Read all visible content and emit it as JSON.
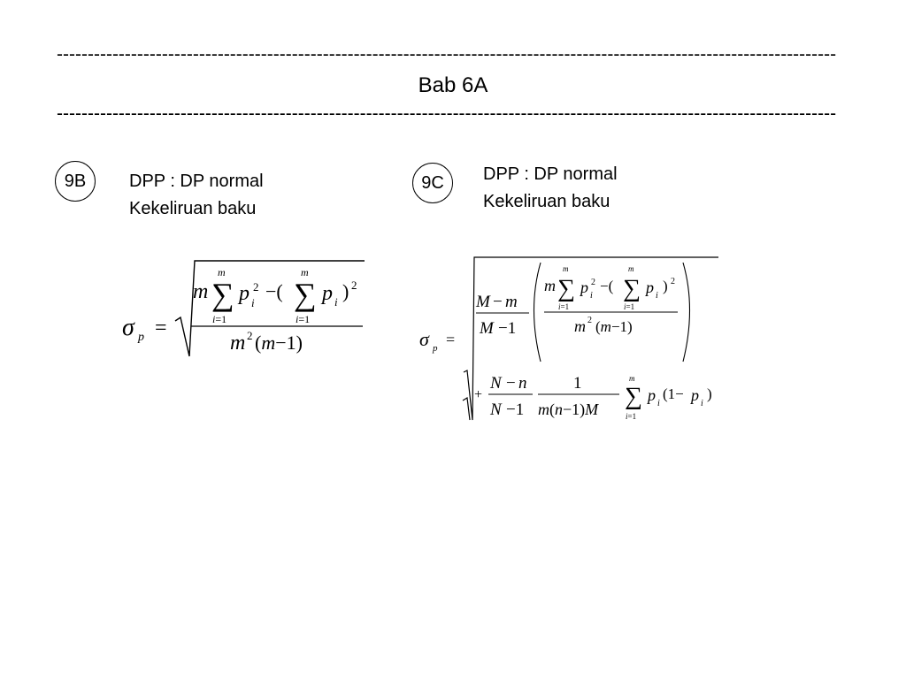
{
  "header": {
    "dash_top": "------------------------------------------------------------------------------------------------------------------------------",
    "title": "Bab 6A",
    "dash_bottom": "------------------------------------------------------------------------------------------------------------------------------"
  },
  "left": {
    "badge": "9B",
    "line1": "DPP   : DP normal",
    "line2": "Kekeliruan baku"
  },
  "right": {
    "badge": "9C",
    "line1": "DPP   : DP normal",
    "line2": "Kekeliruan baku"
  }
}
